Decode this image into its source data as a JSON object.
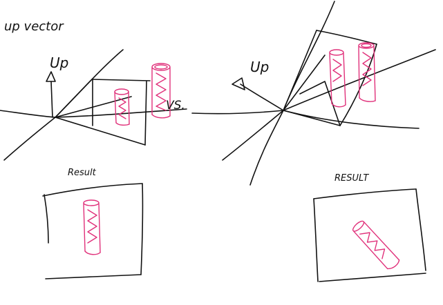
{
  "labels": {
    "title": "up vector",
    "left_up": "Up",
    "vs": "VS.",
    "right_up": "Up",
    "left_result": "Result",
    "right_result": "RESULT"
  },
  "colors": {
    "ink": "#111111",
    "cylinder": "#e0307a",
    "background": "#ffffff"
  }
}
